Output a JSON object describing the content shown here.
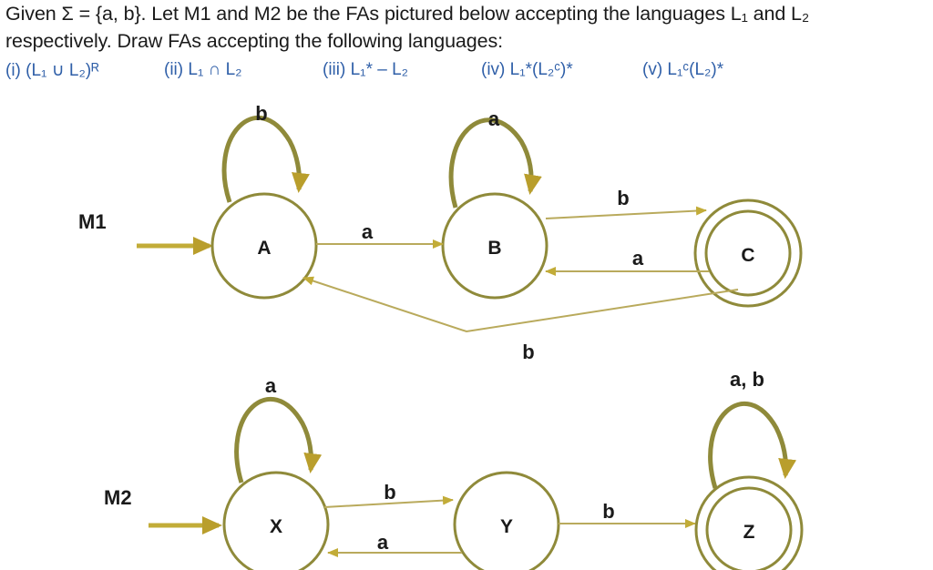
{
  "question": {
    "line1": "Given Σ = {a, b}. Let M1 and M2 be the FAs pictured below accepting the languages L₁ and L₂",
    "line2": "respectively. Draw FAs accepting the following languages:",
    "parts": [
      "(i) (L₁ ∪ L₂)ᴿ",
      "(ii) L₁ ∩ L₂",
      "(iii) L₁* – L₂",
      "(iv) L₁*(L₂ᶜ)*",
      "(v) L₁ᶜ(L₂)*"
    ]
  },
  "m1": {
    "label": "M1",
    "states": {
      "A": "A",
      "B": "B",
      "C": "C"
    },
    "loop_a": "b",
    "loop_b": "a",
    "edge_ab": "a",
    "edge_bc": "b",
    "edge_cb": "a",
    "edge_ca": "b"
  },
  "m2": {
    "label": "M2",
    "states": {
      "X": "X",
      "Y": "Y",
      "Z": "Z"
    },
    "loop_x": "a",
    "loop_z": "a, b",
    "edge_xy": "b",
    "edge_yx": "a",
    "edge_yz": "b"
  },
  "colors": {
    "line": "#9c8f3e",
    "edge": "#b9aa5c",
    "arrow": "#c2ac38",
    "text": "#1a1a1a",
    "parts": "#2f5fa8"
  }
}
